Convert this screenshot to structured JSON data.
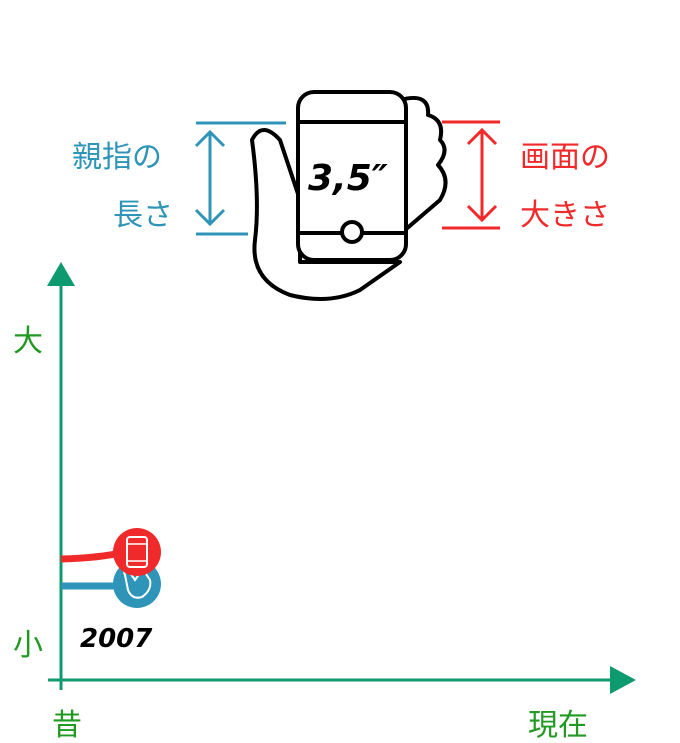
{
  "labels": {
    "thumb_line1": "親指の",
    "thumb_line2": "長さ",
    "screen_line1": "画面の",
    "screen_line2": "大きさ",
    "screen_size": "3,5″"
  },
  "axes": {
    "y_top": "大",
    "y_bottom": "小",
    "x_left": "昔",
    "x_right": "現在"
  },
  "year": "2007",
  "colors": {
    "thumb": "#2e95b8",
    "screen": "#f02a2a",
    "axis": "#0d9a6e",
    "axis_text": "#229922"
  }
}
